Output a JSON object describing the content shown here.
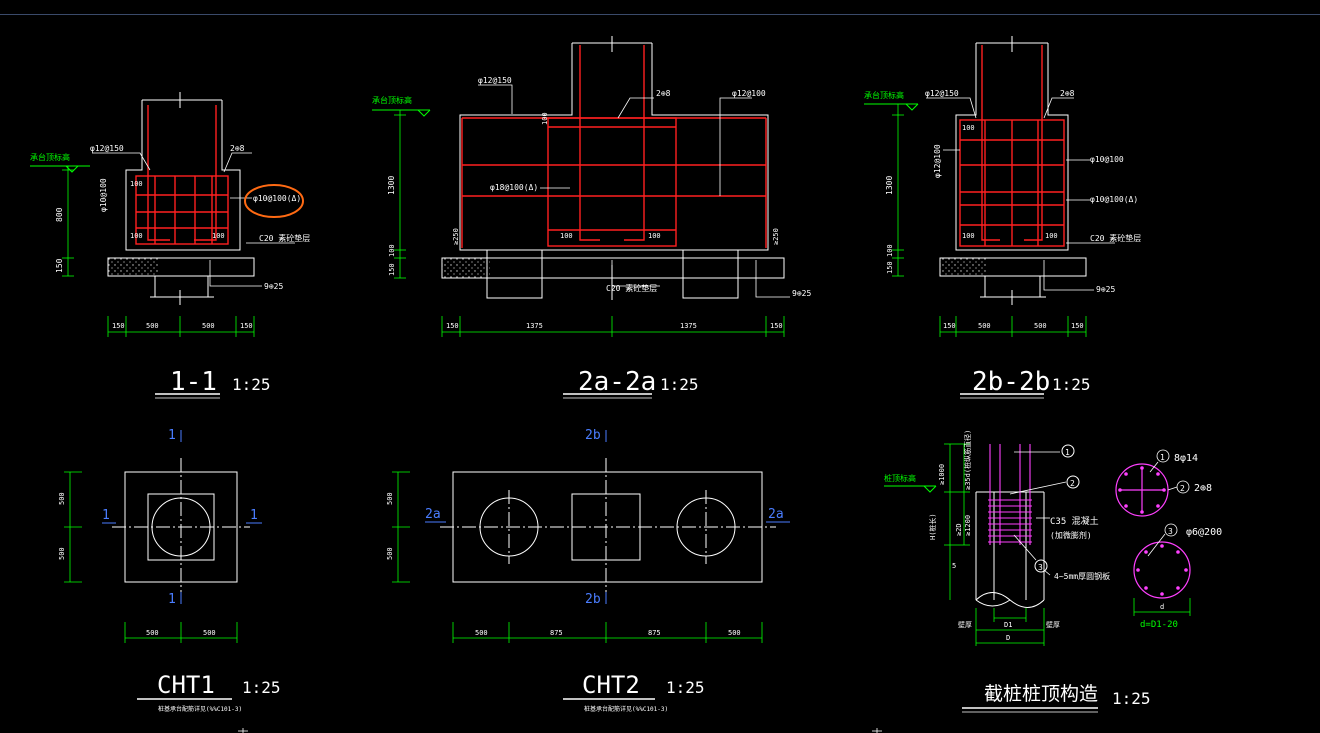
{
  "colors": {
    "background": "#000000",
    "outline": "#ffffff",
    "rebar": "#ff2020",
    "dimension": "#00ff00",
    "axis_label": "#4a7dff",
    "pile_detail": "#ff40ff",
    "highlight": "#ff6a13",
    "level_marker": "#00ff00",
    "concrete_hatch": "#cfcfcf"
  },
  "sections": {
    "s11": {
      "title": "1-1",
      "scale": "1:25",
      "level_label": "承台顶标高",
      "rebar_top": "φ12@150",
      "rebar_top2": "2⊕8",
      "rebar_side": "φ10@100",
      "rebar_stirrup": "φ10@100(Δ)",
      "cover_top": "100",
      "cover_b1": "100",
      "cover_b2": "100",
      "concrete": "C20 素砼垫层",
      "rebar_bottom": "9⊕25",
      "dim_h1": "800",
      "dim_h2": "150",
      "dims_x": [
        "150",
        "500",
        "500",
        "150"
      ]
    },
    "s2a": {
      "title": "2a-2a",
      "scale": "1:25",
      "level_label": "承台顶标高",
      "rebar_top": "φ12@150",
      "rebar_top2": "2⊕8",
      "rebar_right": "φ12@100",
      "rebar_mid": "φ18@100(Δ)",
      "cover_top": "100",
      "cover_b1": "100",
      "cover_b2": "100",
      "side_left": "≥250",
      "side_right": "≥250",
      "concrete": "C20 素砼垫层",
      "rebar_bottom": "9⊕25",
      "dim_h1": "1300",
      "dim_h2": "100",
      "dim_h3": "150",
      "dims_x": [
        "150",
        "1375",
        "1375",
        "150"
      ]
    },
    "s2b": {
      "title": "2b-2b",
      "scale": "1:25",
      "level_label": "承台顶标高",
      "rebar_top": "φ12@150",
      "rebar_top2": "2⊕8",
      "rebar_side": "φ12@100",
      "rebar_right1": "φ10@100",
      "rebar_right2": "φ10@100(Δ)",
      "cover_top": "100",
      "cover_b1": "100",
      "cover_b2": "100",
      "concrete": "C20 素砼垫层",
      "rebar_bottom": "9⊕25",
      "dim_h1": "1300",
      "dim_h2": "100",
      "dim_h3": "150",
      "dims_x": [
        "150",
        "500",
        "500",
        "150"
      ]
    }
  },
  "plans": {
    "cht1": {
      "title": "CHT1",
      "scale": "1:25",
      "subtitle": "桩基承台配筋详见(%%C101-3)",
      "axis_top": "1",
      "axis_bottom": "1",
      "axis_left": "1",
      "axis_right": "1",
      "dims_y": [
        "500",
        "500"
      ],
      "dims_x": [
        "500",
        "500"
      ]
    },
    "cht2": {
      "title": "CHT2",
      "scale": "1:25",
      "subtitle": "桩基承台配筋详见(%%C101-3)",
      "axis_top": "2b",
      "axis_bottom": "2b",
      "axis_left": "2a",
      "axis_right": "2a",
      "dims_y": [
        "500",
        "500"
      ],
      "dims_x": [
        "500",
        "875",
        "875",
        "500"
      ]
    }
  },
  "pile_detail": {
    "title": "截桩桩顶构造",
    "scale": "1:25",
    "level_label": "桩顶标高",
    "marker_1": "1",
    "marker_2": "2",
    "marker_3": "3",
    "concrete": "C35 混凝土",
    "concrete_note": "(加微膨剂)",
    "steel_note": "4~5mm厚圆钢板",
    "dim_v1": "≥1000",
    "dim_v1_note": "≥35d(桩纵筋直径)",
    "dim_v2": "≥1200",
    "dim_v2b": "≥2D",
    "dim_h_label": "H(桩长)",
    "dim_5": "5",
    "bottom_d1": "D1",
    "bottom_d": "D",
    "wall_l": "壁厚",
    "wall_r": "壁厚",
    "rebar_1": "8φ14",
    "rebar_2": "2⊕8",
    "rebar_3": "φ6@200",
    "circle_d": "d",
    "circle_formula": "d=D1-20"
  }
}
